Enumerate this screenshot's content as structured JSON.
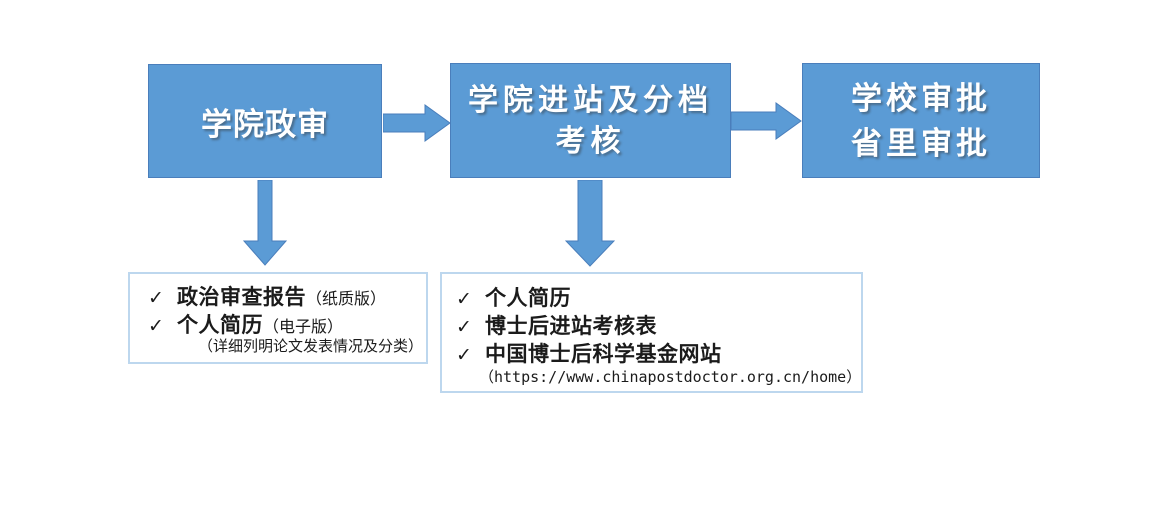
{
  "colors": {
    "box_fill": "#5b9bd5",
    "box_border": "#4a7ebb",
    "arrow_fill": "#5b9bd5",
    "arrow_border": "#4a7ebb",
    "list_border": "#bdd7ee",
    "text_white": "#ffffff",
    "text_black": "#1b1b1b"
  },
  "icons": {
    "check": "✓",
    "arrow_right": "right-block-arrow",
    "arrow_down": "down-block-arrow"
  },
  "flow_boxes": [
    {
      "lines": [
        "学院政审"
      ]
    },
    {
      "lines": [
        "学院进站及分档",
        "考核"
      ]
    },
    {
      "lines": [
        "学校审批",
        "省里审批"
      ]
    }
  ],
  "checklists": {
    "left": {
      "items": [
        {
          "text": "政治审查报告",
          "suffix": "（纸质版）"
        },
        {
          "text": "个人简历",
          "suffix": "（电子版）"
        },
        {
          "note": "（详细列明论文发表情况及分类）"
        }
      ]
    },
    "right": {
      "items": [
        {
          "text": "个人简历"
        },
        {
          "text": "博士后进站考核表"
        },
        {
          "text": "中国博士后科学基金网站"
        },
        {
          "note": "（https://www.chinapostdoctor.org.cn/home）"
        }
      ]
    }
  }
}
